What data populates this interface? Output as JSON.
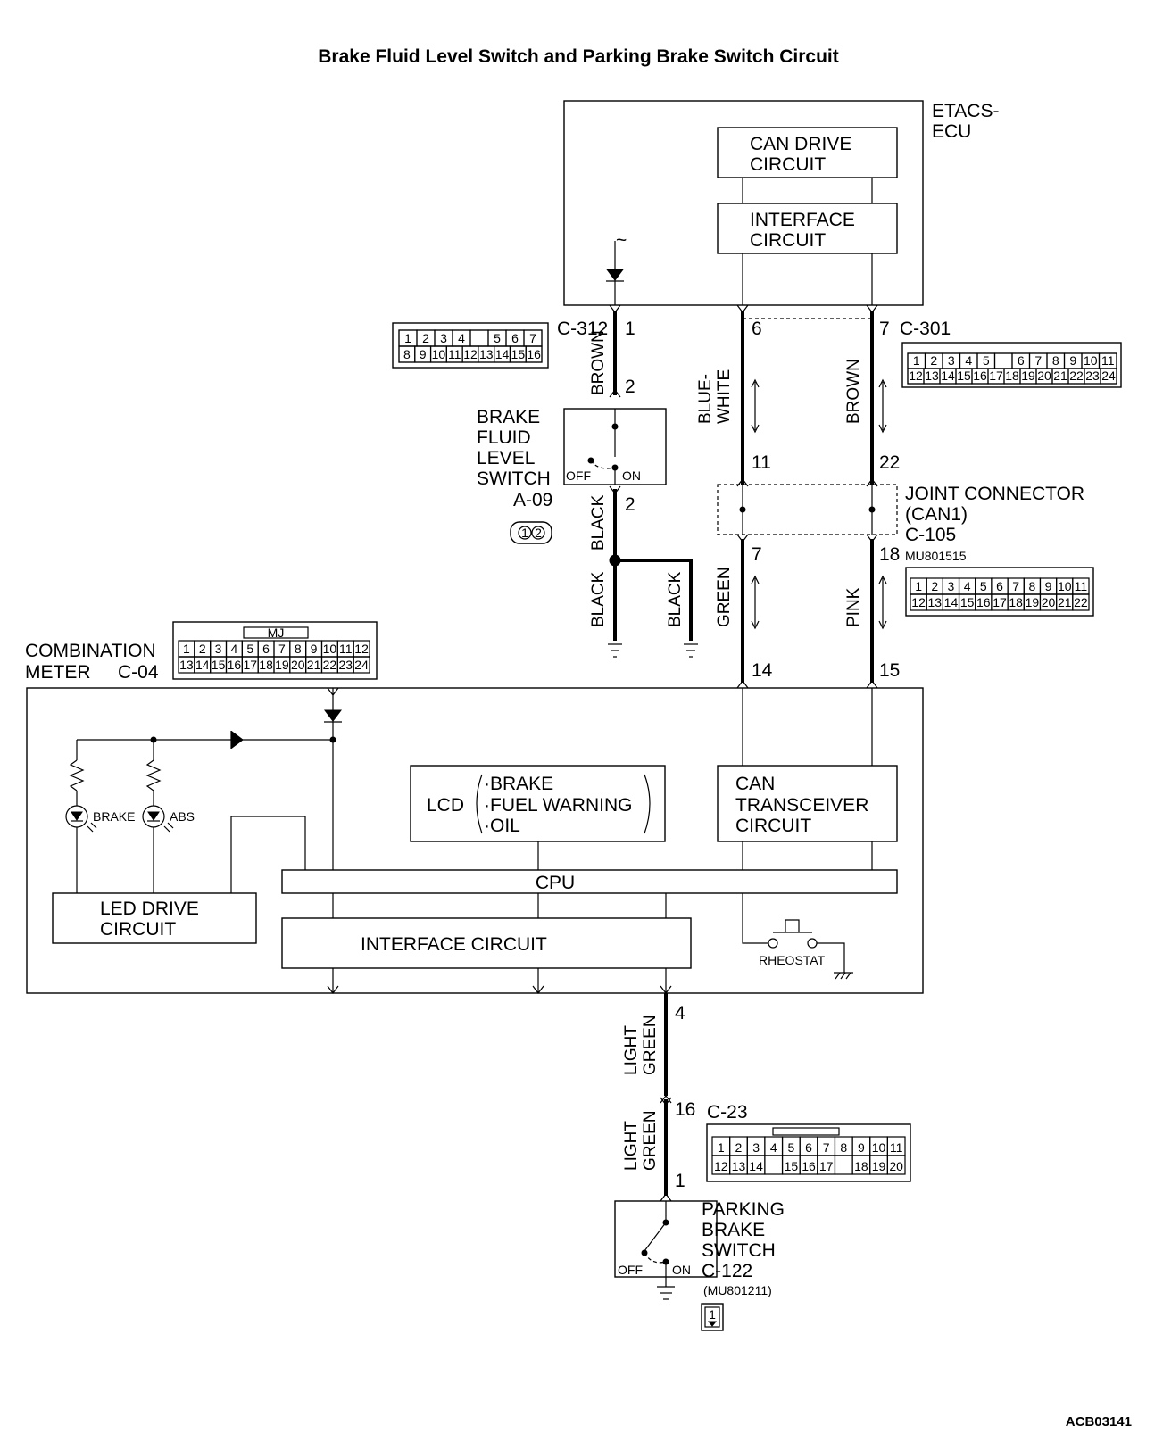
{
  "title": "Brake Fluid Level Switch and Parking Brake Switch Circuit",
  "figure_code": "ACB03141",
  "etacs": {
    "name_lines": [
      "ETACS-",
      "ECU"
    ],
    "can_drive_lines": [
      "CAN DRIVE",
      "CIRCUIT"
    ],
    "interface_lines": [
      "INTERFACE",
      "CIRCUIT"
    ]
  },
  "connectors": {
    "c312": {
      "label": "C-312",
      "pins_top": [
        "1",
        "2",
        "3",
        "4",
        "",
        "5",
        "6",
        "7"
      ],
      "pins_bottom": [
        "8",
        "9",
        "10",
        "11",
        "12",
        "13",
        "14",
        "15",
        "16"
      ]
    },
    "c301": {
      "label": "C-301",
      "pins_top": [
        "1",
        "2",
        "3",
        "4",
        "5",
        "",
        "6",
        "7",
        "8",
        "9",
        "10",
        "11"
      ],
      "pins_bottom": [
        "12",
        "13",
        "14",
        "15",
        "16",
        "17",
        "18",
        "19",
        "20",
        "21",
        "22",
        "23",
        "24"
      ]
    },
    "c105": {
      "label": "C-105",
      "part": "MU801515",
      "pins_top": [
        "1",
        "2",
        "3",
        "4",
        "5",
        "6",
        "7",
        "8",
        "9",
        "10",
        "11"
      ],
      "pins_bottom": [
        "12",
        "13",
        "14",
        "15",
        "16",
        "17",
        "18",
        "19",
        "20",
        "21",
        "22"
      ]
    },
    "c04": {
      "label": "C-04",
      "mj": "MJ",
      "pins_top": [
        "1",
        "2",
        "3",
        "4",
        "5",
        "6",
        "7",
        "8",
        "9",
        "10",
        "11",
        "12"
      ],
      "pins_bottom": [
        "13",
        "14",
        "15",
        "16",
        "17",
        "18",
        "19",
        "20",
        "21",
        "22",
        "23",
        "24"
      ]
    },
    "c23": {
      "label": "C-23",
      "pins_top": [
        "1",
        "2",
        "3",
        "4",
        "5",
        "6",
        "7",
        "8",
        "9",
        "10",
        "11"
      ],
      "pins_bottom": [
        "12",
        "13",
        "14",
        "",
        "15",
        "16",
        "17",
        "",
        "18",
        "19",
        "20"
      ]
    },
    "a09": {
      "label": "A-09",
      "pins": [
        "1",
        "2"
      ]
    },
    "c122": {
      "label": "C-122",
      "part": "(MU801211)",
      "pin": "1"
    }
  },
  "pins": {
    "c312_1": "1",
    "fluid_top": "2",
    "fluid_bot": "2",
    "c301_6": "6",
    "c301_7": "7",
    "jc_11": "11",
    "jc_22": "22",
    "jc_7": "7",
    "jc_18": "18",
    "meter_14": "14",
    "meter_15": "15",
    "meter_4": "4",
    "c23_16": "16",
    "pbs_1": "1"
  },
  "wires": {
    "brown_upper": "BROWN",
    "blue_white_1": "BLUE-",
    "blue_white_2": "WHITE",
    "brown_right": "BROWN",
    "black_1": "BLACK",
    "black_2": "BLACK",
    "black_3": "BLACK",
    "green": "GREEN",
    "pink": "PINK",
    "lg1_a": "LIGHT",
    "lg1_b": "GREEN",
    "lg2_a": "LIGHT",
    "lg2_b": "GREEN"
  },
  "brake_fluid": {
    "name_lines": [
      "BRAKE",
      "FLUID",
      "LEVEL",
      "SWITCH"
    ],
    "off": "OFF",
    "on": "ON"
  },
  "joint": {
    "name_lines": [
      "JOINT CONNECTOR",
      "(CAN1)"
    ]
  },
  "meter": {
    "name_lines": [
      "COMBINATION",
      "METER"
    ],
    "brake_led": "BRAKE",
    "abs_led": "ABS",
    "lcd": "LCD",
    "lcd_items": [
      "·BRAKE",
      "·FUEL WARNING",
      "·OIL"
    ],
    "can_lines": [
      "CAN",
      "TRANSCEIVER",
      "CIRCUIT"
    ],
    "cpu": "CPU",
    "led_drive_lines": [
      "LED DRIVE",
      "CIRCUIT"
    ],
    "interface": "INTERFACE CIRCUIT",
    "rheostat": "RHEOSTAT"
  },
  "parking": {
    "name_lines": [
      "PARKING",
      "BRAKE",
      "SWITCH"
    ],
    "off": "OFF",
    "on": "ON"
  }
}
